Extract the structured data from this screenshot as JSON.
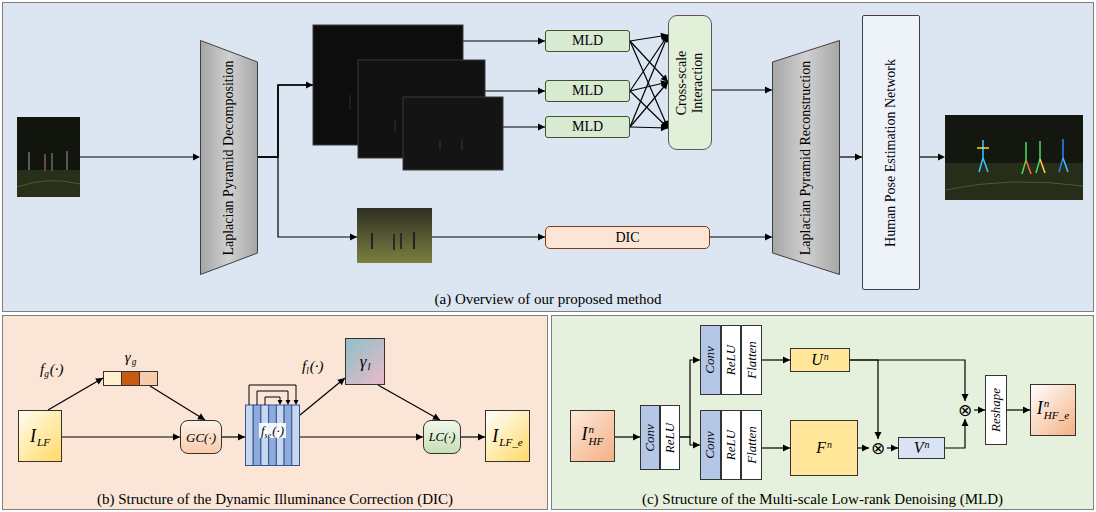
{
  "diagram": {
    "nodes": [
      {
        "text": [
          "(a) Overview of our proposed method"
        ]
      },
      {
        "text": [
          "Laplacian Pyramid Decomposition"
        ],
        "in": 0
      },
      {
        "text": [
          "MLD"
        ],
        "in": 0
      },
      {
        "text": [
          "MLD"
        ],
        "in": 0
      },
      {
        "text": [
          "MLD"
        ],
        "in": 0
      },
      {
        "text": [
          "Cross-scale Interaction"
        ],
        "in": 0
      },
      {
        "text": [
          "DIC"
        ],
        "in": 0
      },
      {
        "text": [
          "Laplacian Pyramid Reconstruction"
        ],
        "in": 0
      },
      {
        "text": [
          "Human Pose Estimation Network"
        ],
        "in": 0
      },
      {
        "text": [
          "(b) Structure of the Dynamic Illuminance Correction (DIC)"
        ]
      },
      {
        "text": [
          "I",
          "LF"
        ],
        "in": 9
      },
      {
        "text": [
          "γ",
          "g"
        ],
        "in": 9
      },
      {
        "text": [
          "GC(·)"
        ],
        "in": 9
      },
      {
        "text": [
          "f",
          "se",
          "(·)"
        ],
        "in": 9
      },
      {
        "text": [
          "γ",
          "l"
        ],
        "in": 9
      },
      {
        "text": [
          "LC(·)"
        ],
        "in": 9
      },
      {
        "text": [
          "I",
          "LF_e"
        ],
        "in": 9
      },
      {
        "text": [
          "(c) Structure of the Multi-scale Low-rank Denoising (MLD)"
        ]
      },
      {
        "text": [
          "I",
          "n",
          "HF"
        ],
        "in": 17
      },
      {
        "text": [
          "Conv",
          "ReLU"
        ],
        "in": 17
      },
      {
        "text": [
          "Conv",
          "ReLU",
          "Flatten"
        ],
        "in": 17
      },
      {
        "text": [
          "Conv",
          "ReLU",
          "Flatten"
        ],
        "in": 17
      },
      {
        "text": [
          "U",
          "n"
        ],
        "in": 17
      },
      {
        "text": [
          "F",
          "n"
        ],
        "in": 17
      },
      {
        "text": [
          "⊗"
        ],
        "in": 17
      },
      {
        "text": [
          "V",
          "n"
        ],
        "in": 17
      },
      {
        "text": [
          "⊗"
        ],
        "in": 17
      },
      {
        "text": [
          "Reshape"
        ],
        "in": 17
      },
      {
        "text": [
          "I",
          "n",
          "HF_e"
        ],
        "in": 17
      }
    ],
    "edges": [
      {
        "from": 1,
        "to": 2,
        "arrow": "to"
      },
      {
        "from": 1,
        "to": 3,
        "arrow": "to"
      },
      {
        "from": 1,
        "to": 4,
        "arrow": "to"
      },
      {
        "from": 1,
        "to": 6,
        "arrow": "to"
      },
      {
        "from": 2,
        "to": 5,
        "arrow": "to"
      },
      {
        "from": 3,
        "to": 5,
        "arrow": "to"
      },
      {
        "from": 4,
        "to": 5,
        "arrow": "to"
      },
      {
        "from": 5,
        "to": 7,
        "arrow": "to"
      },
      {
        "from": 6,
        "to": 7,
        "arrow": "to"
      },
      {
        "from": 7,
        "to": 8,
        "arrow": "to"
      },
      {
        "from": 10,
        "to": 11,
        "arrow": "to"
      },
      {
        "from": 10,
        "to": 12,
        "arrow": "to"
      },
      {
        "from": 11,
        "to": 12,
        "arrow": "to"
      },
      {
        "from": 12,
        "to": 13,
        "arrow": "to"
      },
      {
        "from": 13,
        "to": 14,
        "arrow": "to"
      },
      {
        "from": 13,
        "to": 15,
        "arrow": "to"
      },
      {
        "from": 14,
        "to": 15,
        "arrow": "to"
      },
      {
        "from": 15,
        "to": 16,
        "arrow": "to"
      },
      {
        "from": 18,
        "to": 19,
        "arrow": "to"
      },
      {
        "from": 19,
        "to": 20,
        "arrow": "to"
      },
      {
        "from": 19,
        "to": 21,
        "arrow": "to"
      },
      {
        "from": 20,
        "to": 22,
        "arrow": "to"
      },
      {
        "from": 21,
        "to": 23,
        "arrow": "to"
      },
      {
        "from": 23,
        "to": 24,
        "arrow": "to"
      },
      {
        "from": 22,
        "to": 24,
        "arrow": "to"
      },
      {
        "from": 24,
        "to": 25,
        "arrow": "to"
      },
      {
        "from": 22,
        "to": 26,
        "arrow": "to"
      },
      {
        "from": 25,
        "to": 26,
        "arrow": "to"
      },
      {
        "from": 26,
        "to": 27,
        "arrow": "to"
      },
      {
        "from": 27,
        "to": 28,
        "arrow": "to"
      }
    ],
    "labels": [
      "f",
      "g",
      "(·)",
      "f",
      "l",
      "(·)"
    ]
  }
}
